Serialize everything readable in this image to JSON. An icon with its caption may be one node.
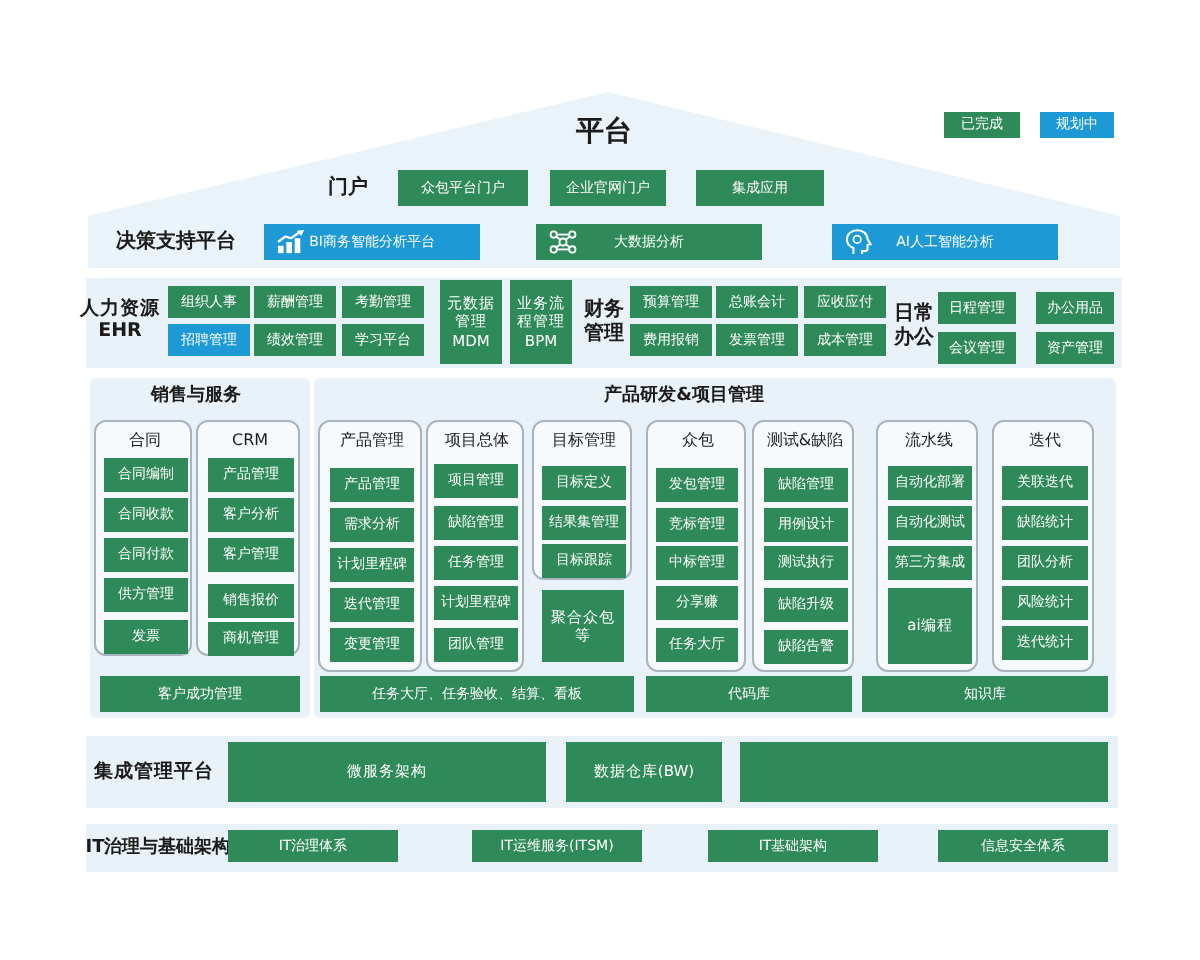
{
  "diagram": {
    "nodes": [
      {
        "text": [
          "平台",
          "门户",
          "决策支持平台"
        ]
      },
      {
        "text": [
          "众包平台门户"
        ],
        "in": 0
      },
      {
        "text": [
          "企业官网门户"
        ],
        "in": 0
      },
      {
        "text": [
          "集成应用"
        ],
        "in": 0
      },
      {
        "text": [
          "BI商务智能分析平台"
        ],
        "in": 0
      },
      {
        "text": [
          "大数据分析"
        ],
        "in": 0
      },
      {
        "text": [
          "AI人工智能分析"
        ],
        "in": 0
      },
      {
        "text": [
          "人力资源EHR",
          "财务管理",
          "日常办公"
        ]
      },
      {
        "text": [
          "组织人事"
        ],
        "in": 7
      },
      {
        "text": [
          "薪酬管理"
        ],
        "in": 7
      },
      {
        "text": [
          "考勤管理"
        ],
        "in": 7
      },
      {
        "text": [
          "招聘管理"
        ],
        "in": 7
      },
      {
        "text": [
          "绩效管理"
        ],
        "in": 7
      },
      {
        "text": [
          "学习平台"
        ],
        "in": 7
      },
      {
        "text": [
          "元数据管理MDM"
        ],
        "in": 7
      },
      {
        "text": [
          "业务流程管理BPM"
        ],
        "in": 7
      },
      {
        "text": [
          "预算管理"
        ],
        "in": 7
      },
      {
        "text": [
          "总账会计"
        ],
        "in": 7
      },
      {
        "text": [
          "应收应付"
        ],
        "in": 7
      },
      {
        "text": [
          "费用报销"
        ],
        "in": 7
      },
      {
        "text": [
          "发票管理"
        ],
        "in": 7
      },
      {
        "text": [
          "成本管理"
        ],
        "in": 7
      },
      {
        "text": [
          "日程管理"
        ],
        "in": 7
      },
      {
        "text": [
          "办公用品"
        ],
        "in": 7
      },
      {
        "text": [
          "会议管理"
        ],
        "in": 7
      },
      {
        "text": [
          "资产管理"
        ],
        "in": 7
      },
      {
        "text": [
          "销售与服务"
        ]
      },
      {
        "text": [
          "合同"
        ],
        "in": 26
      },
      {
        "text": [
          "合同编制"
        ],
        "in": 27
      },
      {
        "text": [
          "合同收款"
        ],
        "in": 27
      },
      {
        "text": [
          "合同付款"
        ],
        "in": 27
      },
      {
        "text": [
          "供方管理"
        ],
        "in": 27
      },
      {
        "text": [
          "发票"
        ],
        "in": 27
      },
      {
        "text": [
          "CRM"
        ],
        "in": 26
      },
      {
        "text": [
          "产品管理"
        ],
        "in": 33
      },
      {
        "text": [
          "客户分析"
        ],
        "in": 33
      },
      {
        "text": [
          "客户管理"
        ],
        "in": 33
      },
      {
        "text": [
          "销售报价"
        ],
        "in": 33
      },
      {
        "text": [
          "商机管理"
        ],
        "in": 33
      },
      {
        "text": [
          "客户成功管理"
        ],
        "in": 26
      },
      {
        "text": [
          "产品研发&项目管理"
        ]
      },
      {
        "text": [
          "产品管理"
        ],
        "in": 40
      },
      {
        "text": [
          "产品管理"
        ],
        "in": 41
      },
      {
        "text": [
          "需求分析"
        ],
        "in": 41
      },
      {
        "text": [
          "计划里程碑"
        ],
        "in": 41
      },
      {
        "text": [
          "迭代管理"
        ],
        "in": 41
      },
      {
        "text": [
          "变更管理"
        ],
        "in": 41
      },
      {
        "text": [
          "项目总体"
        ],
        "in": 40
      },
      {
        "text": [
          "项目管理"
        ],
        "in": 47
      },
      {
        "text": [
          "缺陷管理"
        ],
        "in": 47
      },
      {
        "text": [
          "任务管理"
        ],
        "in": 47
      },
      {
        "text": [
          "计划里程碑"
        ],
        "in": 47
      },
      {
        "text": [
          "团队管理"
        ],
        "in": 47
      },
      {
        "text": [
          "目标管理"
        ],
        "in": 40
      },
      {
        "text": [
          "目标定义"
        ],
        "in": 53
      },
      {
        "text": [
          "结果集管理"
        ],
        "in": 53
      },
      {
        "text": [
          "目标跟踪"
        ],
        "in": 53
      },
      {
        "text": [
          "聚合众包等"
        ],
        "in": 40
      },
      {
        "text": [
          "众包"
        ],
        "in": 40
      },
      {
        "text": [
          "发包管理"
        ],
        "in": 58
      },
      {
        "text": [
          "竞标管理"
        ],
        "in": 58
      },
      {
        "text": [
          "中标管理"
        ],
        "in": 58
      },
      {
        "text": [
          "分享赚"
        ],
        "in": 58
      },
      {
        "text": [
          "任务大厅"
        ],
        "in": 58
      },
      {
        "text": [
          "测试&缺陷"
        ],
        "in": 40
      },
      {
        "text": [
          "缺陷管理"
        ],
        "in": 64
      },
      {
        "text": [
          "用例设计"
        ],
        "in": 64
      },
      {
        "text": [
          "测试执行"
        ],
        "in": 64
      },
      {
        "text": [
          "缺陷升级"
        ],
        "in": 64
      },
      {
        "text": [
          "缺陷告警"
        ],
        "in": 64
      },
      {
        "text": [
          "流水线"
        ],
        "in": 40
      },
      {
        "text": [
          "自动化部署"
        ],
        "in": 70
      },
      {
        "text": [
          "自动化测试"
        ],
        "in": 70
      },
      {
        "text": [
          "第三方集成"
        ],
        "in": 70
      },
      {
        "text": [
          "ai编程"
        ],
        "in": 70
      },
      {
        "text": [
          "迭代"
        ],
        "in": 40
      },
      {
        "text": [
          "关联迭代"
        ],
        "in": 75
      },
      {
        "text": [
          "缺陷统计"
        ],
        "in": 75
      },
      {
        "text": [
          "团队分析"
        ],
        "in": 75
      },
      {
        "text": [
          "风险统计"
        ],
        "in": 75
      },
      {
        "text": [
          "迭代统计"
        ],
        "in": 75
      },
      {
        "text": [
          "任务大厅、任务验收、结算、看板"
        ],
        "in": 40
      },
      {
        "text": [
          "代码库"
        ],
        "in": 40
      },
      {
        "text": [
          "知识库"
        ],
        "in": 40
      },
      {
        "text": [
          "集成管理平台"
        ]
      },
      {
        "text": [
          "微服务架构"
        ],
        "in": 84
      },
      {
        "text": [
          "数据仓库(BW)"
        ],
        "in": 84
      },
      {
        "text": [],
        "shape": "box",
        "in": 84
      },
      {
        "text": [
          "IT治理与基础架构"
        ]
      },
      {
        "text": [
          "IT治理体系"
        ],
        "in": 88
      },
      {
        "text": [
          "IT运维服务(ITSM)"
        ],
        "in": 88
      },
      {
        "text": [
          "IT基础架构"
        ],
        "in": 88
      },
      {
        "text": [
          "信息安全体系"
        ],
        "in": 88
      }
    ],
    "legend": [
      {
        "text": "已完成",
        "color": "#2e8a58"
      },
      {
        "text": "规划中",
        "color": "#1d9ad6"
      }
    ]
  }
}
